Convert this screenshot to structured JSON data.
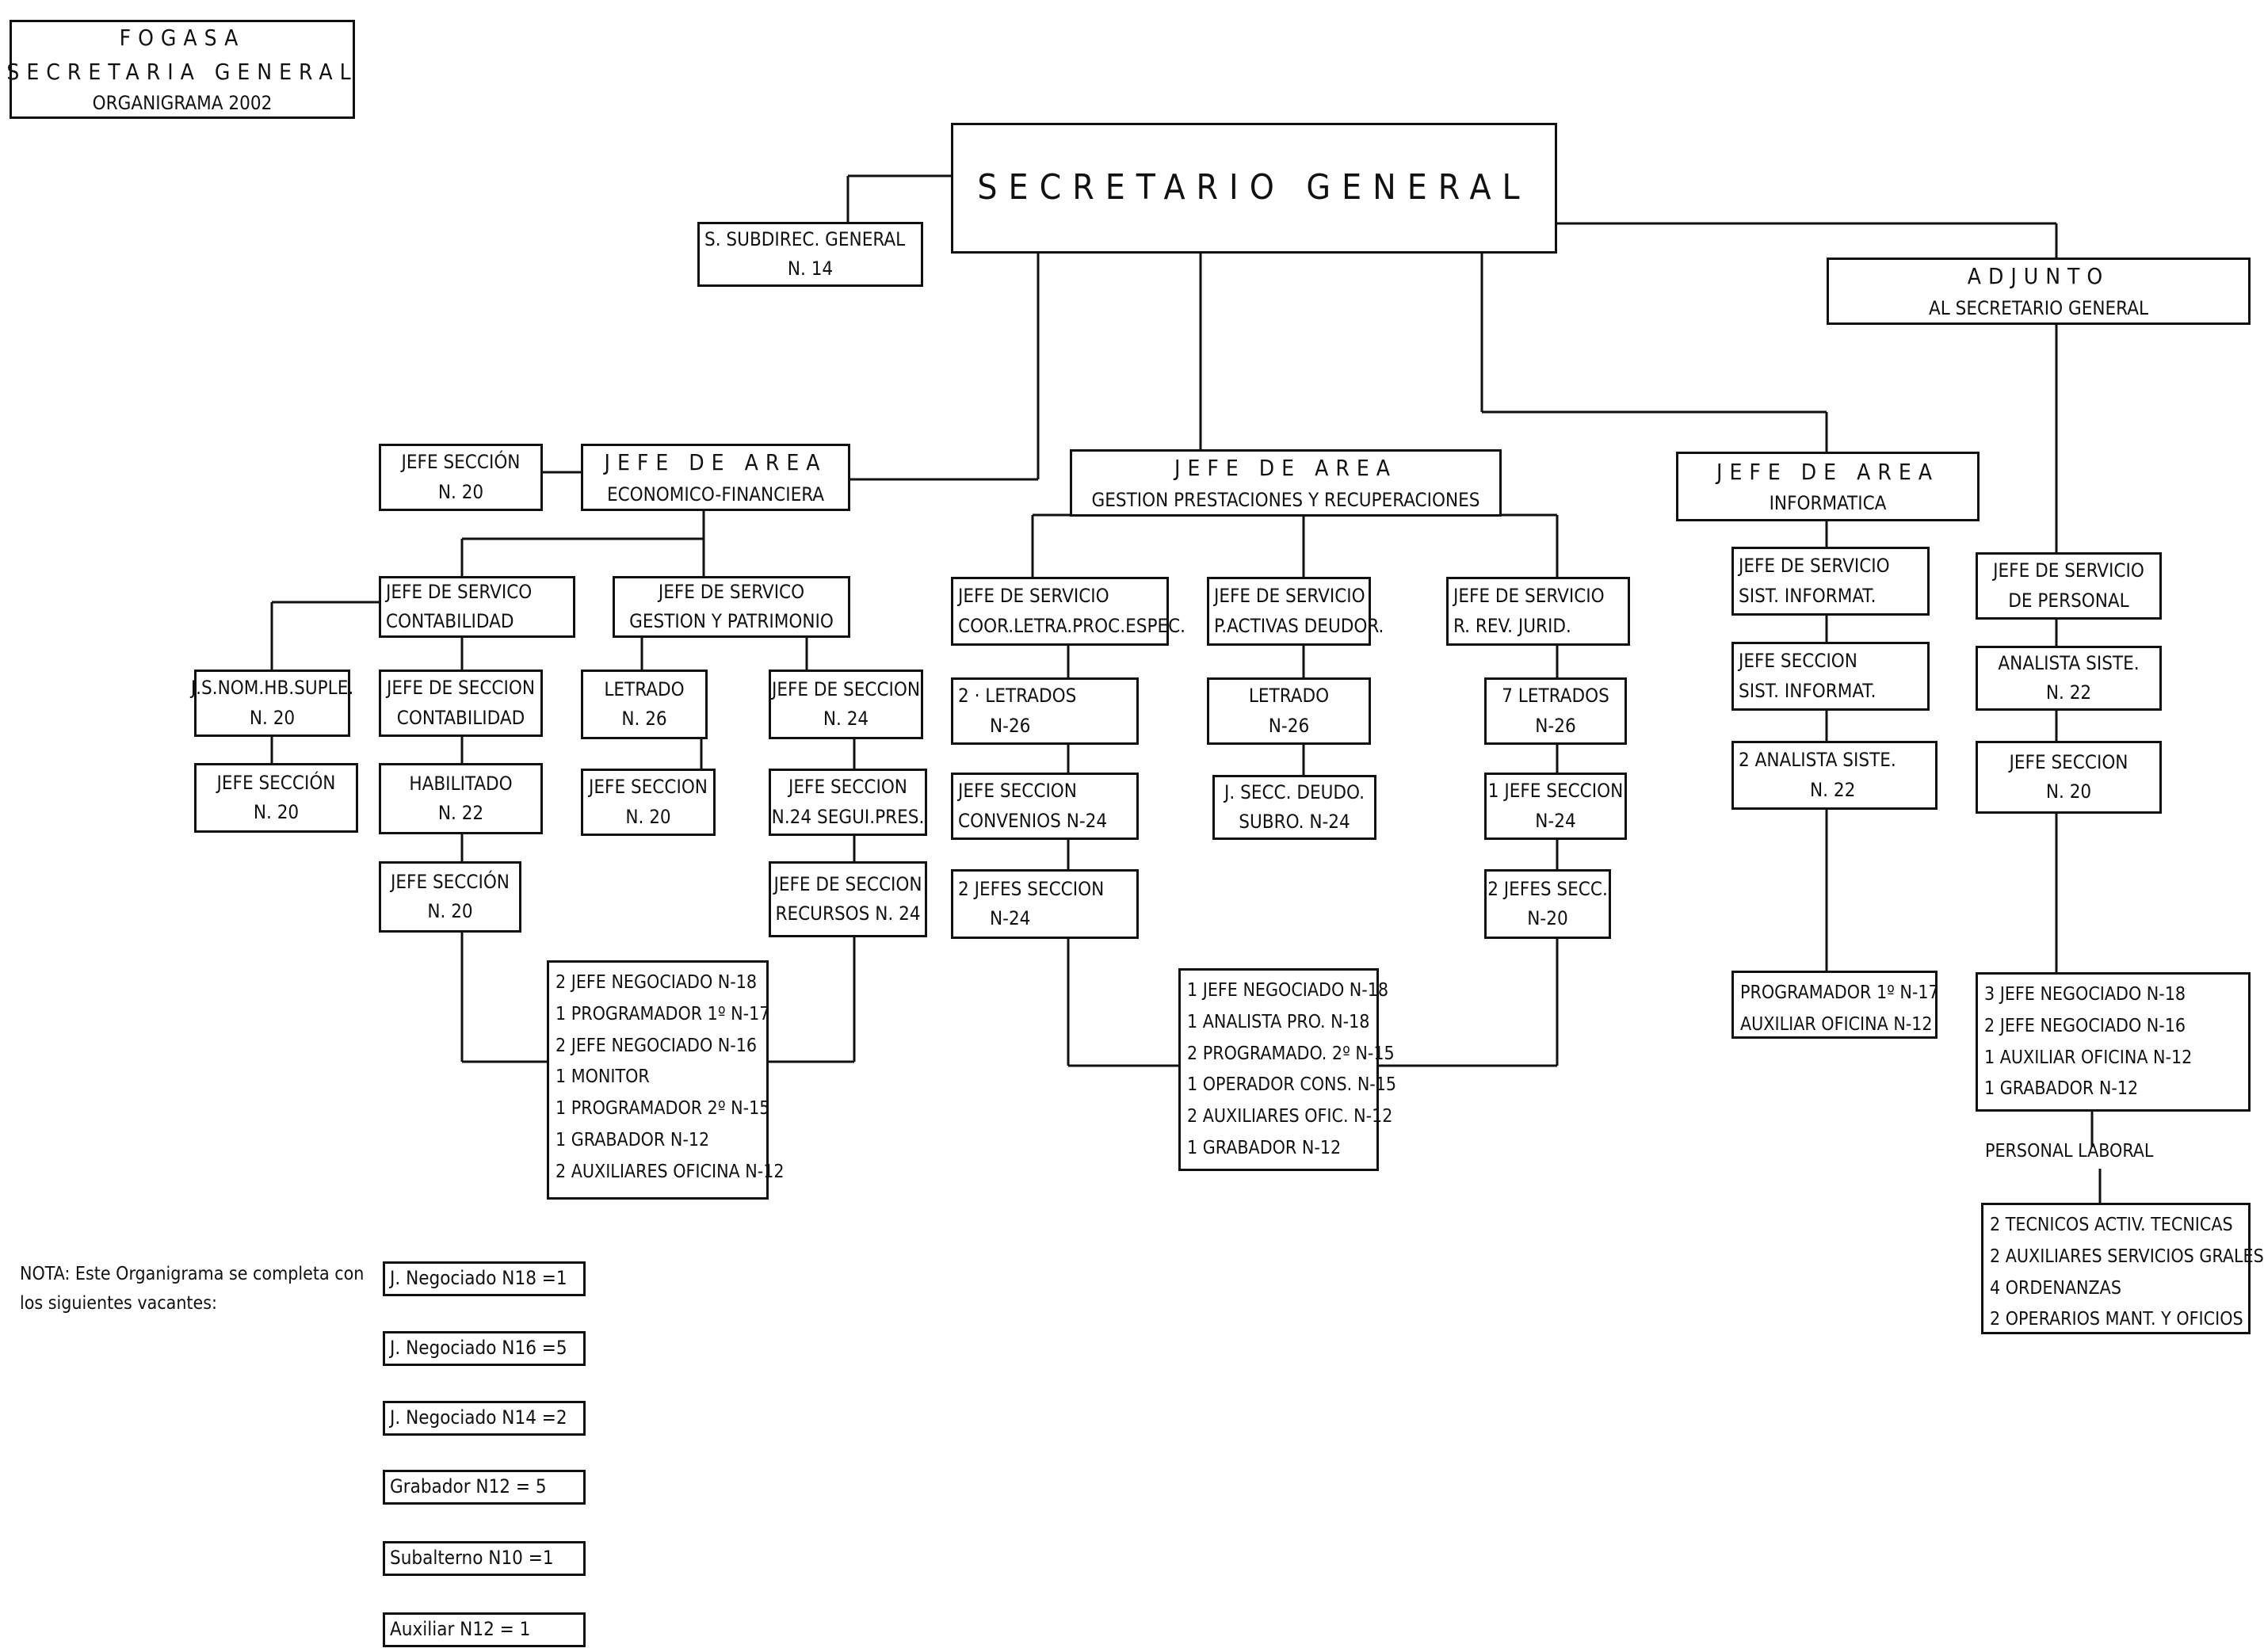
{
  "header": {
    "org": "FOGASA",
    "dept": "SECRETARIA GENERAL",
    "subtitle": "ORGANIGRAMA 2002"
  },
  "top": {
    "secretario": "SECRETARIO GENERAL",
    "subdirec": [
      "S. SUBDIREC. GENERAL",
      "N. 14"
    ],
    "adjunto": [
      "ADJUNTO",
      "AL SECRETARIO GENERAL"
    ]
  },
  "areas": {
    "economico": [
      "JEFE DE AREA",
      "ECONOMICO-FINANCIERA"
    ],
    "gestion": [
      "JEFE DE AREA",
      "GESTION PRESTACIONES Y RECUPERACIONES"
    ],
    "informatica": [
      "JEFE DE AREA",
      "INFORMATICA"
    ]
  },
  "economico": {
    "jefe_seccion_lateral": [
      "JEFE SECCIÓN",
      "N. 20"
    ],
    "serv_contabilidad": [
      "JEFE DE SERVICO",
      "CONTABILIDAD"
    ],
    "serv_gestion": [
      "JEFE DE SERVICO",
      "GESTION Y PATRIMONIO"
    ],
    "js_nom": [
      "J.S.NOM.HB.SUPLE.",
      "N. 20"
    ],
    "js_nom_seccion": [
      "JEFE SECCIÓN",
      "N. 20"
    ],
    "seccion_contabilidad": [
      "JEFE DE SECCION",
      "CONTABILIDAD"
    ],
    "habilitado": [
      "HABILITADO",
      "N. 22"
    ],
    "jefe_seccion_n20": [
      "JEFE SECCIÓN",
      "N. 20"
    ],
    "letrado": [
      "LETRADO",
      "N. 26"
    ],
    "letrado_seccion": [
      "JEFE SECCION",
      "N. 20"
    ],
    "seccion_n24": [
      "JEFE DE SECCION",
      "N. 24"
    ],
    "seccion_segui": [
      "JEFE SECCION",
      "N.24 SEGUI.PRES."
    ],
    "seccion_recursos": [
      "JEFE DE SECCION",
      "RECURSOS N. 24"
    ],
    "staff": [
      "2 JEFE NEGOCIADO N-18",
      "1 PROGRAMADOR 1º N-17",
      "2 JEFE NEGOCIADO N-16",
      "1 MONITOR",
      "1 PROGRAMADOR 2º N-15",
      "1 GRABADOR N-12",
      "2 AUXILIARES OFICINA N-12"
    ]
  },
  "gestion": {
    "serv_coor": [
      "JEFE DE SERVICIO",
      "COOR.LETRA.PROC.ESPEC."
    ],
    "serv_pactivas": [
      "JEFE DE SERVICIO",
      "P.ACTIVAS DEUDOR."
    ],
    "serv_rrev": [
      "JEFE DE SERVICIO",
      "R. REV. JURID."
    ],
    "letrados2": [
      "2 · LETRADOS",
      "N-26"
    ],
    "convenios": [
      "JEFE SECCION",
      "CONVENIOS N-24"
    ],
    "jefes2": [
      "2 JEFES SECCION",
      "N-24"
    ],
    "letrado": [
      "LETRADO",
      "N-26"
    ],
    "secc_deudo": [
      "J. SECC. DEUDO.",
      "SUBRO. N-24"
    ],
    "letrados7": [
      "7 LETRADOS",
      "N-26"
    ],
    "jefe1": [
      "1 JEFE SECCION",
      "N-24"
    ],
    "jefes2b": [
      "2 JEFES SECC.",
      "N-20"
    ],
    "staff": [
      "1 JEFE NEGOCIADO N-18",
      "1 ANALISTA PRO. N-18",
      "2 PROGRAMADO. 2º N-15",
      "1 OPERADOR CONS. N-15",
      "2 AUXILIARES OFIC. N-12",
      "1 GRABADOR N-12"
    ]
  },
  "informatica": {
    "serv": [
      "JEFE DE SERVICIO",
      "SIST. INFORMAT."
    ],
    "seccion": [
      "JEFE SECCION",
      "SIST. INFORMAT."
    ],
    "analista": [
      "2 ANALISTA SISTE.",
      "N. 22"
    ],
    "staff": [
      "PROGRAMADOR 1º N-17",
      "AUXILIAR OFICINA N-12"
    ]
  },
  "personal": {
    "serv": [
      "JEFE DE SERVICIO",
      "DE PERSONAL"
    ],
    "analista": [
      "ANALISTA SISTE.",
      "N. 22"
    ],
    "seccion": [
      "JEFE SECCION",
      "N. 20"
    ],
    "staff": [
      "3 JEFE NEGOCIADO N-18",
      "2 JEFE NEGOCIADO N-16",
      "1 AUXILIAR OFICINA N-12",
      "1 GRABADOR N-12"
    ],
    "laboral_label": "PERSONAL LABORAL",
    "laboral": [
      "2 TECNICOS ACTIV. TECNICAS",
      "2 AUXILIARES SERVICIOS GRALES",
      "4 ORDENANZAS",
      "2 OPERARIOS MANT. Y OFICIOS"
    ]
  },
  "note": {
    "text": [
      "NOTA: Este Organigrama se completa con",
      "los siguientes vacantes:"
    ],
    "vacancies": [
      "J. Negociado N18 =1",
      "J. Negociado N16 =5",
      "J. Negociado N14 =2",
      "Grabador N12 = 5",
      "Subalterno N10 =1",
      "Auxiliar N12 = 1"
    ]
  }
}
